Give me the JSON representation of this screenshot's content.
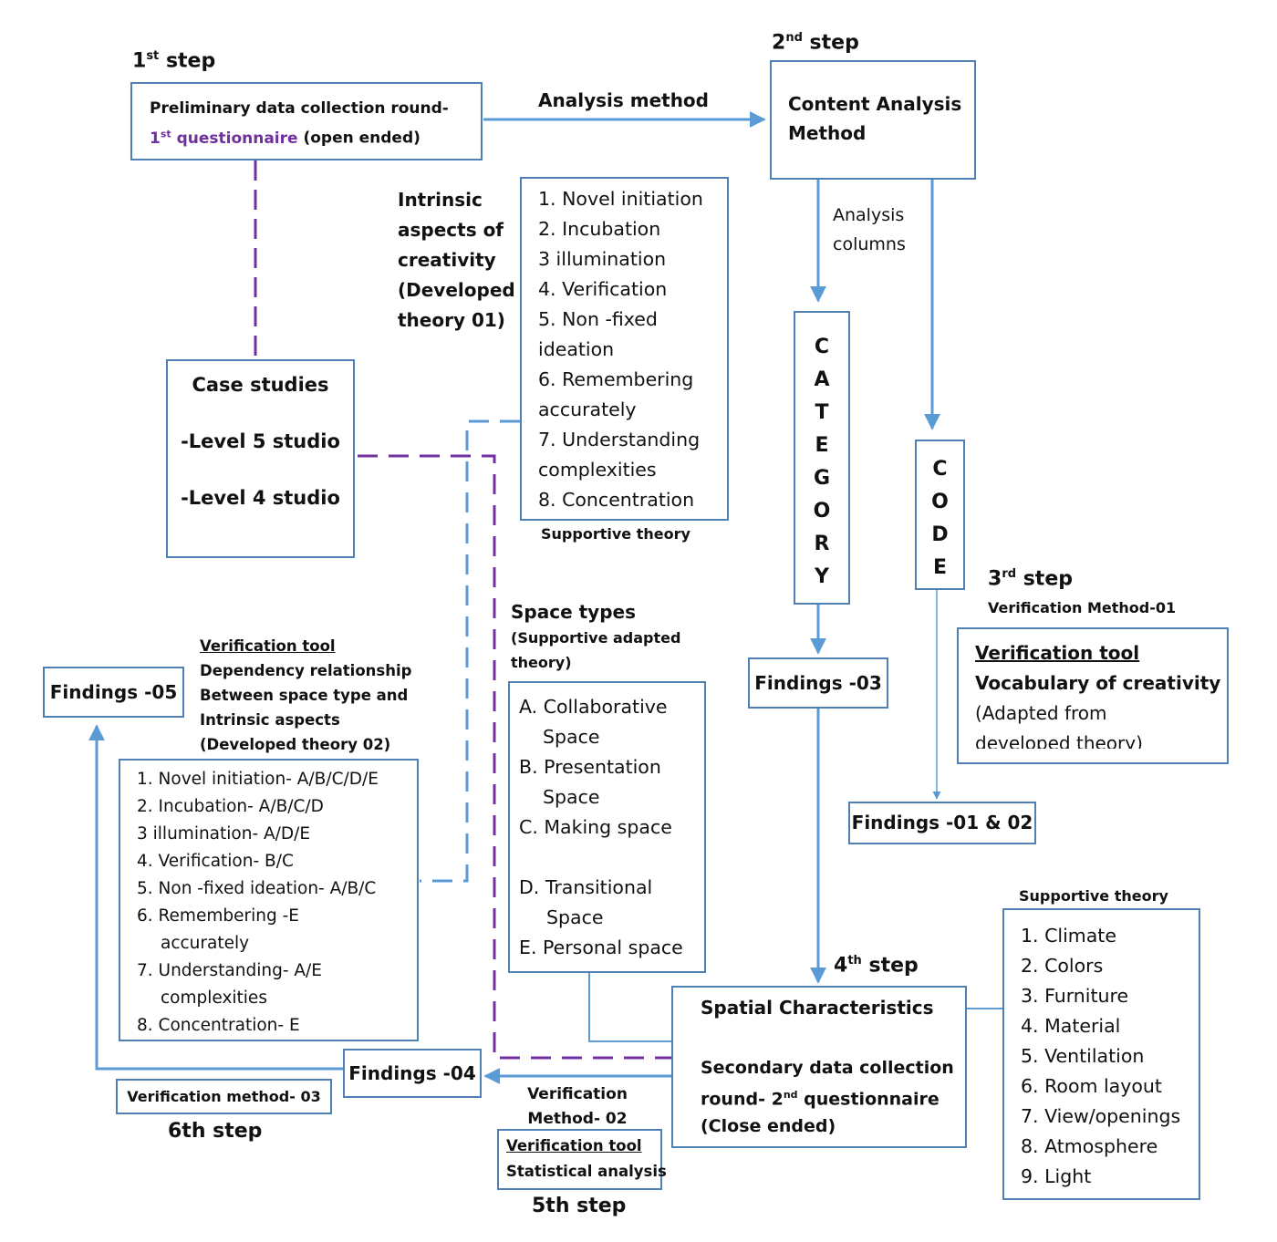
{
  "steps": {
    "step1": {
      "num": "1",
      "sup": "st",
      "word": "step"
    },
    "step2": {
      "num": "2",
      "sup": "nd",
      "word": "step"
    },
    "step3": {
      "num": "3",
      "sup": "rd",
      "word": "step"
    },
    "step4": {
      "num": "4",
      "sup": "th",
      "word": "step"
    },
    "step5": "5th step",
    "step6": "6th step"
  },
  "preliminary_box": {
    "line1": "Preliminary data collection round-",
    "q_num": "1",
    "q_sup": "st",
    "q_word": " questionnaire",
    "q_rest": " (open ended)"
  },
  "analysis_method_label": "Analysis method",
  "content_analysis_box": {
    "line1": "Content Analysis",
    "line2": "Method"
  },
  "analysis_columns_label": {
    "line1": "Analysis",
    "line2": "columns"
  },
  "intrinsic_label": {
    "lines": [
      "Intrinsic",
      "aspects of",
      "creativity",
      "(Developed",
      "theory 01)"
    ]
  },
  "intrinsic_list": {
    "items": [
      "1. Novel initiation",
      "2. Incubation",
      "3 illumination",
      "4. Verification",
      "5. Non -fixed",
      "ideation",
      "6. Remembering",
      "accurately",
      "7. Understanding",
      "complexities",
      "8. Concentration"
    ],
    "caption": "Supportive theory"
  },
  "case_studies_box": {
    "title": "Case studies",
    "items": [
      "-Level 5 studio",
      "-Level 4 studio"
    ]
  },
  "category_box": {
    "letters": [
      "C",
      "A",
      "T",
      "E",
      "G",
      "O",
      "R",
      "Y"
    ]
  },
  "code_box": {
    "letters": [
      "C",
      "O",
      "D",
      "E"
    ]
  },
  "verification_method_01": "Verification Method-01",
  "vocab_box": {
    "tool_label": "Verification tool",
    "title": "Vocabulary of creativity",
    "line3": "(Adapted from",
    "line4": "developed theory)"
  },
  "findings": {
    "f03": "Findings -03",
    "f0102": "Findings -01 & 02",
    "f04": "Findings -04",
    "f05": "Findings -05"
  },
  "dependency_label": {
    "tool_label": "Verification tool",
    "lines": [
      "Dependency relationship",
      "Between space type and",
      "Intrinsic aspects",
      "(Developed theory 02)"
    ]
  },
  "dependency_list": {
    "items": [
      "1. Novel initiation- A/B/C/D/E",
      "2. Incubation- A/B/C/D",
      "3 illumination- A/D/E",
      "4. Verification- B/C",
      "5. Non -fixed ideation- A/B/C",
      "6. Remembering -E",
      "accurately",
      "7. Understanding- A/E",
      "complexities",
      "8. Concentration- E"
    ]
  },
  "space_types_label": {
    "title": "Space types",
    "sub1": "(Supportive adapted",
    "sub2": "theory)"
  },
  "space_types_list": {
    "items": [
      "A. Collaborative",
      "Space",
      "B. Presentation",
      "Space",
      "C. Making space",
      "",
      "D. Transitional",
      "Space",
      "E. Personal space"
    ]
  },
  "spatial_box": {
    "title": "Spatial Characteristics",
    "line1": "Secondary data collection",
    "line2_pre": "round- ",
    "line2_num": "2",
    "line2_sup": "nd",
    "line2_post": " questionnaire",
    "line3": "(Close ended)"
  },
  "supportive_theory_right": {
    "caption": "Supportive theory",
    "items": [
      "1. Climate",
      "2. Colors",
      "3. Furniture",
      "4. Material",
      "5. Ventilation",
      "6. Room layout",
      "7. View/openings",
      "8. Atmosphere",
      "9. Light"
    ]
  },
  "verification_method_02": {
    "line1": "Verification",
    "line2": "Method- 02"
  },
  "statistical_box": {
    "tool_label": "Verification tool",
    "title": "Statistical analysis"
  },
  "verification_method_03": "Verification method- 03",
  "colors": {
    "box_border": "#4f7fb5",
    "arrow_blue": "#5b9bd5",
    "purple": "#7030a0",
    "divider_red": "#e00000"
  }
}
